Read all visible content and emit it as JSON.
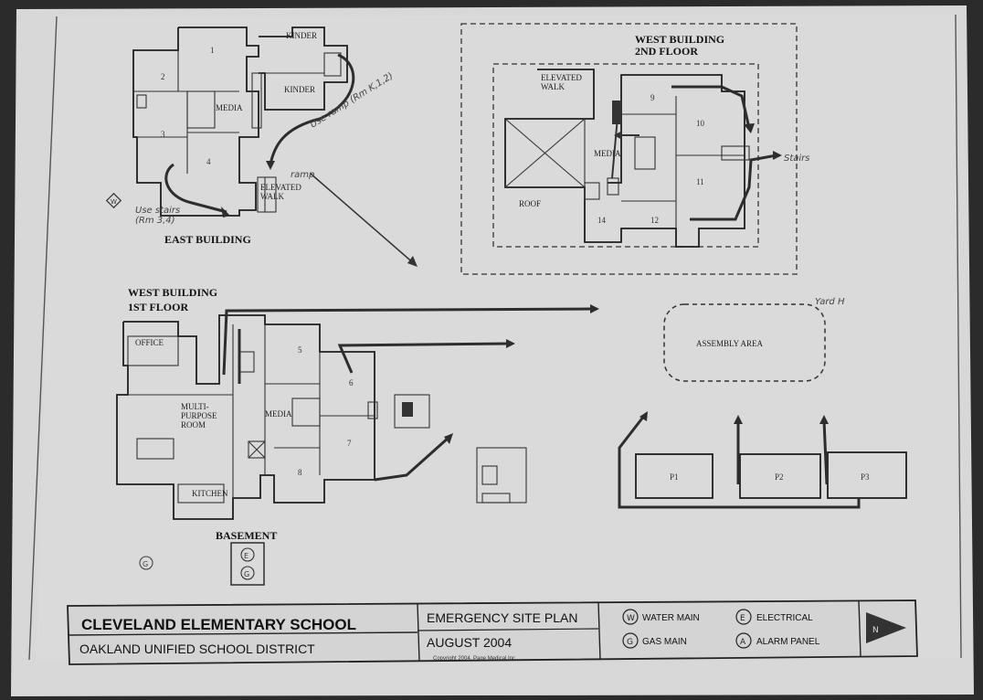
{
  "east_building": {
    "title": "EAST BUILDING",
    "rooms": [
      "1",
      "2",
      "3",
      "4"
    ],
    "kinder_a": "KINDER",
    "kinder_b": "KINDER",
    "media": "MEDIA",
    "elevated_walk": "ELEVATED\nWALK",
    "note_ramp": "Use ramp (Rm K,1,2)",
    "note_ramp2": "ramp",
    "note_stairs": "Use stairs\n(Rm 3,4)"
  },
  "west_2nd": {
    "title_line1": "WEST BUILDING",
    "title_line2": "2ND FLOOR",
    "elevated_walk": "ELEVATED\nWALK",
    "media": "MEDIA",
    "roof": "ROOF",
    "rooms": [
      "9",
      "10",
      "11",
      "12",
      "14"
    ],
    "note_stairs": "Stairs"
  },
  "west_1st": {
    "title_line1": "WEST BUILDING",
    "title_line2": "1ST FLOOR",
    "office": "OFFICE",
    "multipurpose": "MULTI-\nPURPOSE\nROOM",
    "media": "MEDIA",
    "kitchen": "KITCHEN",
    "rooms": [
      "5",
      "6",
      "7",
      "8"
    ],
    "basement": "BASEMENT"
  },
  "assembly": {
    "label": "ASSEMBLY AREA",
    "note": "Yard H"
  },
  "portables": [
    "P1",
    "P2",
    "P3"
  ],
  "title_block": {
    "school": "CLEVELAND ELEMENTARY SCHOOL",
    "district": "OAKLAND UNIFIED SCHOOL DISTRICT",
    "plan_title": "EMERGENCY SITE PLAN",
    "date": "AUGUST 2004",
    "copyright": "Copyright 2004, Page Medical Inc.",
    "legend": [
      {
        "symbol": "W",
        "label": "WATER MAIN"
      },
      {
        "symbol": "G",
        "label": "GAS MAIN"
      },
      {
        "symbol": "E",
        "label": "ELECTRICAL"
      },
      {
        "symbol": "A",
        "label": "ALARM PANEL"
      }
    ],
    "north": "N"
  },
  "colors": {
    "paper": "#d9d9d9",
    "ink": "#1e1e1e"
  }
}
